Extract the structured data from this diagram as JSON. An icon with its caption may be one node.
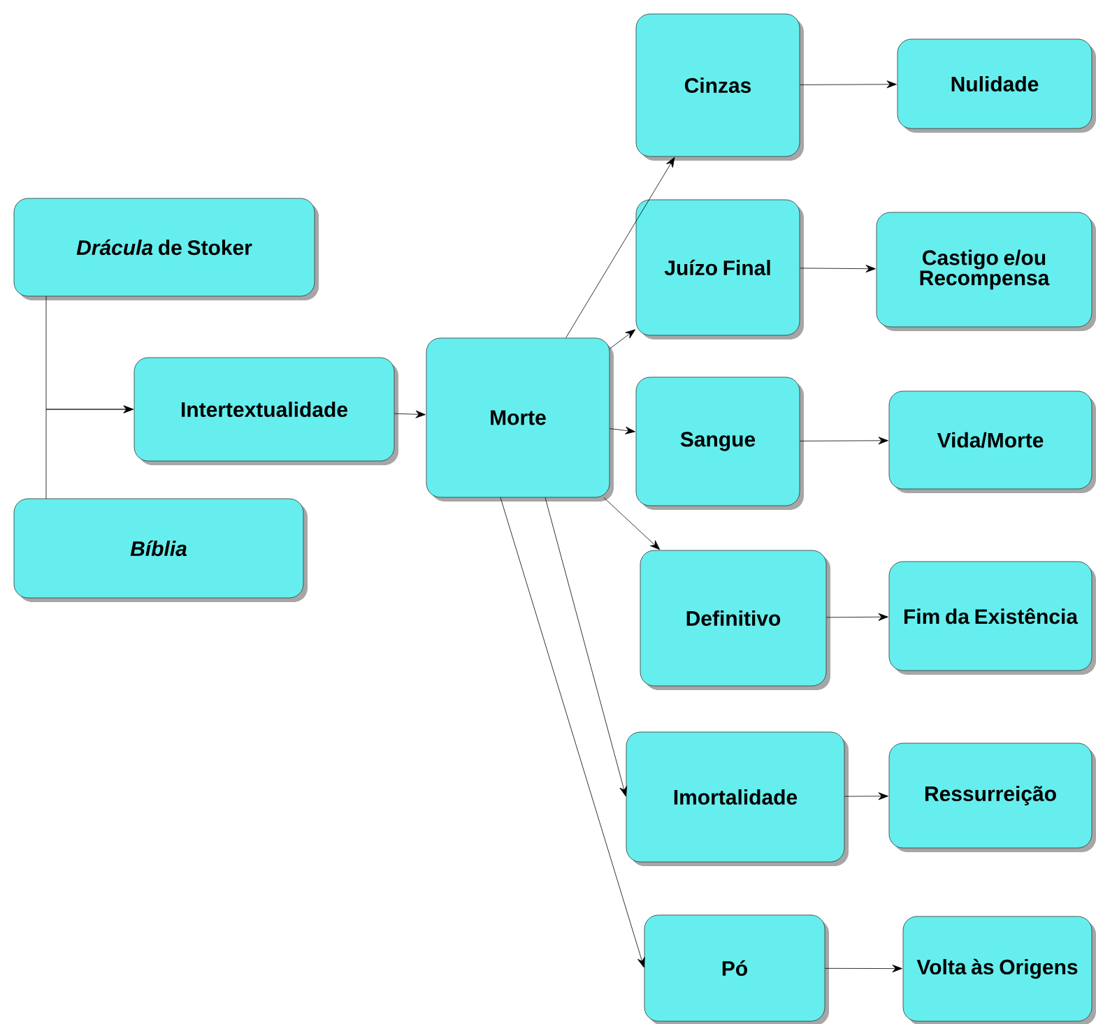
{
  "diagram": {
    "nodes": [
      {
        "text": [
          "*Drácula* de Stoker"
        ]
      },
      {
        "text": [
          "Bíblia"
        ]
      },
      {
        "text": [
          "Intertextualidade"
        ]
      },
      {
        "text": [
          "Morte"
        ]
      },
      {
        "text": [
          "Cinzas"
        ]
      },
      {
        "text": [
          "Nulidade"
        ]
      },
      {
        "text": [
          "Juízo Final"
        ]
      },
      {
        "text": [
          "Castigo e/ou Recompensa"
        ]
      },
      {
        "text": [
          "Sangue"
        ]
      },
      {
        "text": [
          "Vida/Morte"
        ]
      },
      {
        "text": [
          "Definitivo"
        ]
      },
      {
        "text": [
          "Fim da Existência"
        ]
      },
      {
        "text": [
          "Imortalidade"
        ]
      },
      {
        "text": [
          "Ressurreição"
        ]
      },
      {
        "text": [
          "Pó"
        ]
      },
      {
        "text": [
          "Volta às Origens"
        ]
      }
    ],
    "edges": [
      {
        "from": 0,
        "to": 2,
        "arrow": "to"
      },
      {
        "from": 1,
        "to": 2,
        "arrow": "to"
      },
      {
        "from": 2,
        "to": 3,
        "arrow": "to"
      },
      {
        "from": 3,
        "to": 4,
        "arrow": "to"
      },
      {
        "from": 3,
        "to": 6,
        "arrow": "to"
      },
      {
        "from": 3,
        "to": 8,
        "arrow": "to"
      },
      {
        "from": 3,
        "to": 10,
        "arrow": "to"
      },
      {
        "from": 3,
        "to": 12,
        "arrow": "to"
      },
      {
        "from": 3,
        "to": 14,
        "arrow": "to"
      },
      {
        "from": 4,
        "to": 5,
        "arrow": "to"
      },
      {
        "from": 6,
        "to": 7,
        "arrow": "to"
      },
      {
        "from": 8,
        "to": 9,
        "arrow": "to"
      },
      {
        "from": 10,
        "to": 11,
        "arrow": "to"
      },
      {
        "from": 12,
        "to": 13,
        "arrow": "to"
      },
      {
        "from": 14,
        "to": 15,
        "arrow": "to"
      }
    ]
  }
}
